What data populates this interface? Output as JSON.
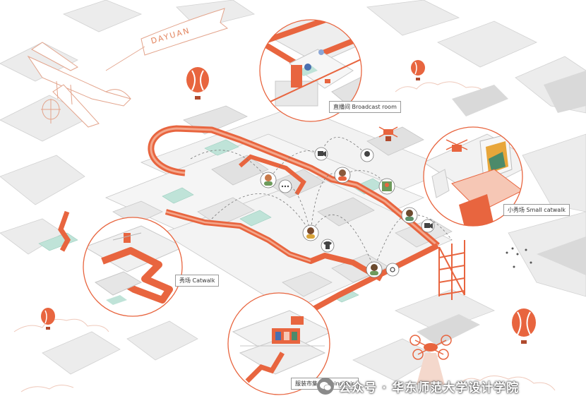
{
  "banner": {
    "text": "DAYUAN"
  },
  "callouts": {
    "broadcast": "直播间  Broadcast room",
    "small_catwalk": "小秀场  Small catwalk",
    "catwalk": "秀场  Catwalk",
    "clothing_fair": "服装市集  Clothing fair"
  },
  "watermark": {
    "text": "公众号 · 华东师范大学设计学院"
  },
  "colors": {
    "accent": "#e8653f",
    "accent_light": "#f3a78c",
    "building_light": "#e9e9e9",
    "building_dark": "#cfcfcf",
    "line": "#c9c9c9",
    "teal": "#bfe3d8"
  },
  "icons": [
    "airplane-icon",
    "hot-air-balloon-icon",
    "drone-icon",
    "avatar-icon",
    "chat-bubble-icon",
    "tshirt-icon",
    "video-icon",
    "wechat-icon"
  ]
}
